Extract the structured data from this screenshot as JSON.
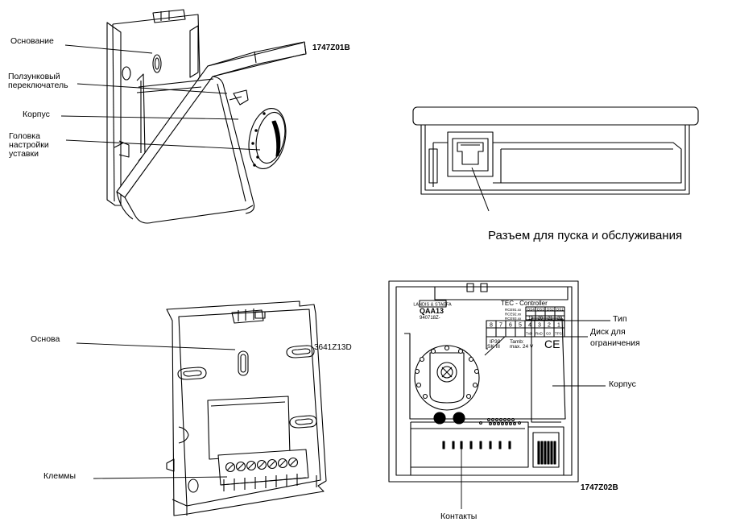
{
  "fig1": {
    "code": "1747Z01B",
    "labels": {
      "base": "Основание",
      "slider": "Ползунковый\nпереключатель",
      "housing": "Корпус",
      "knob": "Головка\nнастройки\nуставки"
    }
  },
  "fig2": {
    "connector_label": "Разъем для пуска и обслуживания"
  },
  "fig3": {
    "code": "3641Z13D",
    "labels": {
      "base": "Основа",
      "terminals": "Клеммы"
    }
  },
  "fig4": {
    "code": "1747Z02B",
    "labels": {
      "type": "Тип",
      "disc": "Диск для\nограничения",
      "housing": "Корпус",
      "contacts": "Контакты"
    },
    "plate": {
      "brand": "LANDIS & STAEFA",
      "model": "QAA13",
      "part": "940718Z-",
      "title": "TEC - Controller",
      "rows": [
        "RCE91.xx",
        "RCE92.xx",
        "RCE93.xx"
      ],
      "cols": [
        "DS4",
        "DS3",
        "DS2",
        "DS1"
      ],
      "nums": [
        "19",
        "20",
        "21",
        "22"
      ],
      "pins": [
        "8",
        "7",
        "6",
        "5",
        "4",
        "3",
        "2",
        "1"
      ],
      "signals": [
        "TxD",
        "RxD",
        "G0",
        "TPS"
      ],
      "ip": "IP30",
      "sk": "SK III",
      "tamb": "Tamb:",
      "voltage": "max. 24 V",
      "ce": "CE"
    }
  }
}
